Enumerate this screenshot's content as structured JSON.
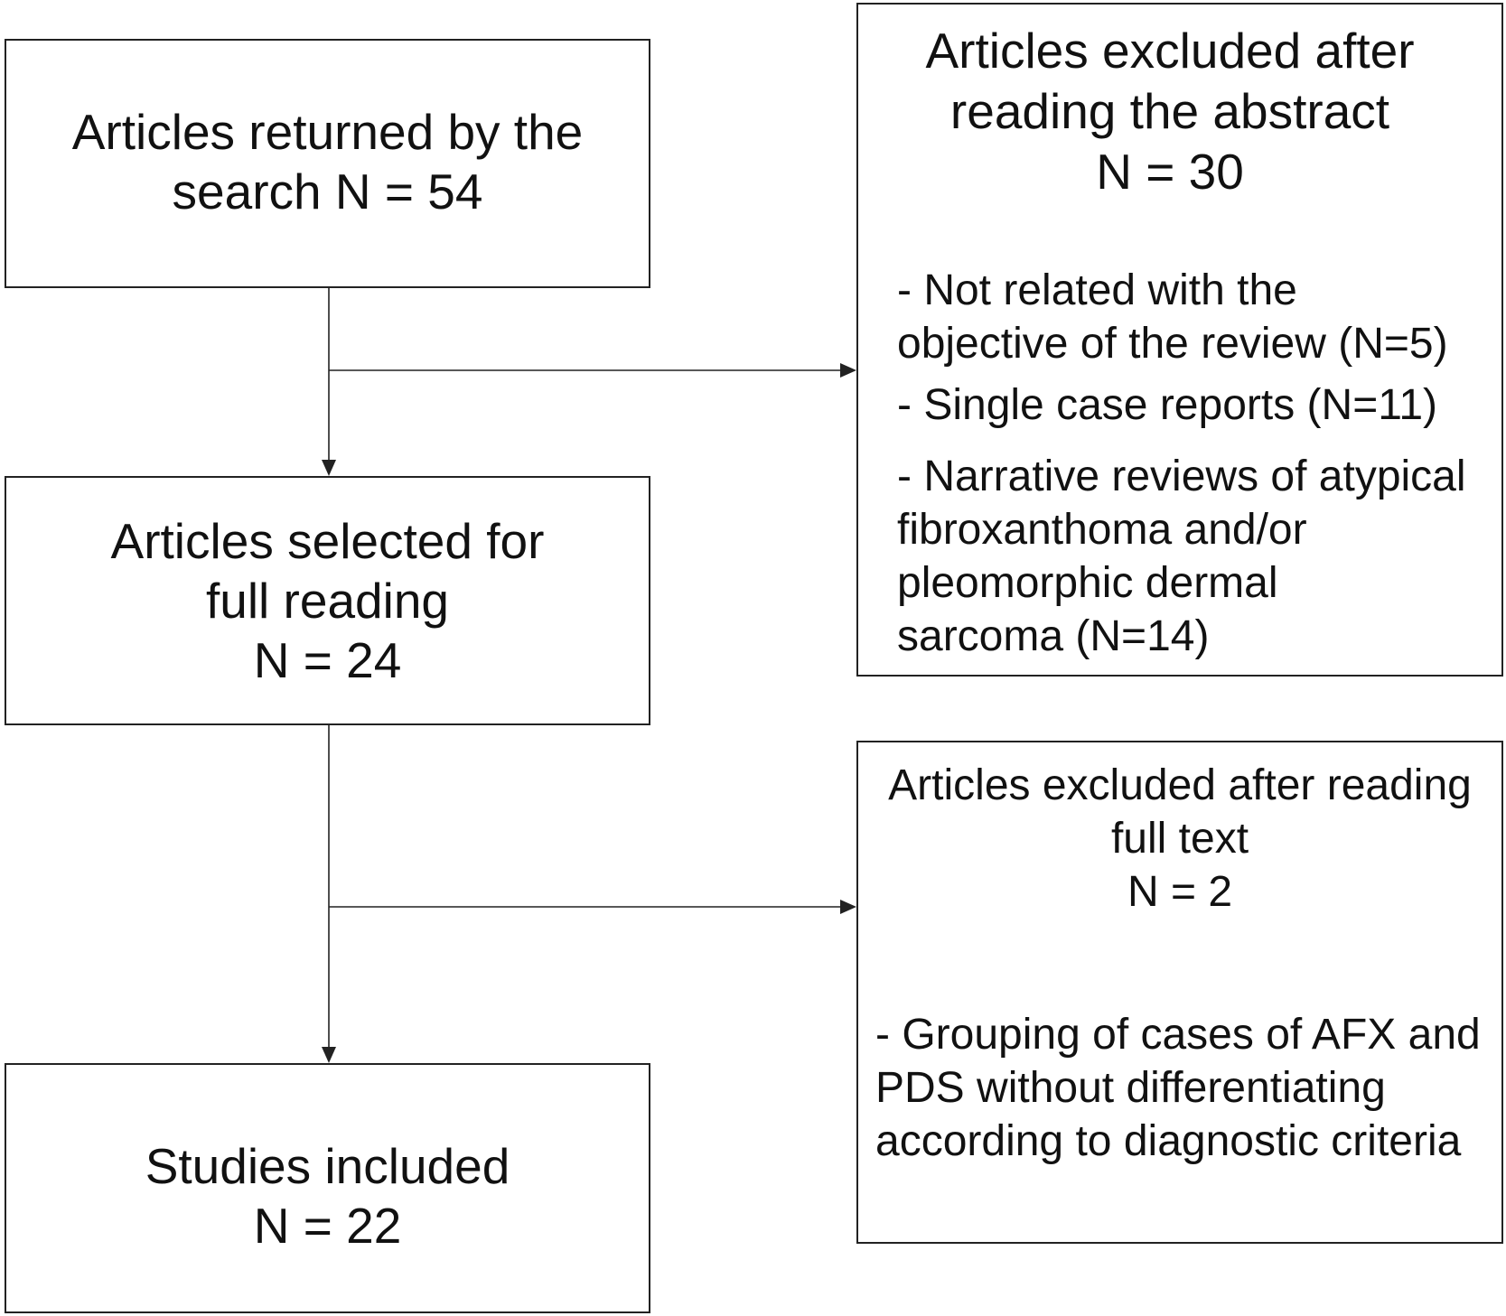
{
  "colors": {
    "stroke": "#222222",
    "text": "#111111"
  },
  "boxes": {
    "search": {
      "lines": [
        "Articles returned by the",
        "search N = 54"
      ]
    },
    "selected": {
      "lines": [
        "Articles selected for",
        "full reading",
        "N = 24"
      ]
    },
    "included": {
      "lines": [
        "Studies included",
        "N = 22"
      ]
    },
    "excluded_abstract": {
      "title_lines": [
        "Articles excluded after",
        "reading the abstract",
        "N = 30"
      ],
      "reasons": [
        {
          "lines": [
            "- Not related with the",
            "objective of the review (N=5)"
          ]
        },
        {
          "lines": [
            "- Single case reports (N=11)"
          ]
        },
        {
          "lines": [
            "- Narrative reviews of atypical",
            "fibroxanthoma and/or",
            "pleomorphic dermal",
            "sarcoma (N=14)"
          ]
        }
      ]
    },
    "excluded_full_text": {
      "title_lines": [
        "Articles excluded after reading",
        "full text",
        "N = 2"
      ],
      "reasons": [
        {
          "lines": [
            "- Grouping of cases of AFX and",
            "PDS without differentiating",
            "according to diagnostic criteria"
          ]
        }
      ]
    }
  }
}
